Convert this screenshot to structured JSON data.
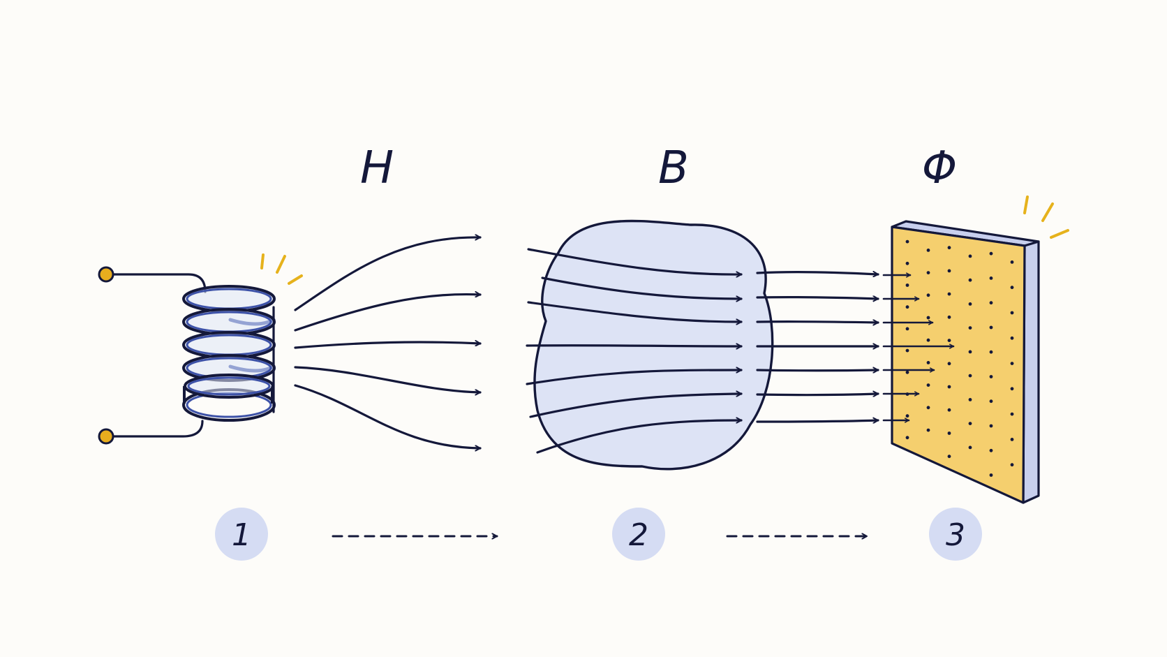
{
  "labels": {
    "h": "H",
    "b": "B",
    "phi": "Φ"
  },
  "steps": [
    "1",
    "2",
    "3"
  ],
  "colors": {
    "ink": "#14183a",
    "coil_blue": "#3d52a8",
    "blob_fill": "#dde3f5",
    "plate_yellow": "#f5cf6e",
    "plate_edge": "#c8cfee",
    "badge_fill": "#d5dcf3",
    "spark": "#e6b21c",
    "terminal": "#e8ad1e"
  },
  "icons": {
    "coil": "solenoid-coil-icon",
    "material": "magnetic-material-blob",
    "plate": "flux-surface-plate"
  }
}
